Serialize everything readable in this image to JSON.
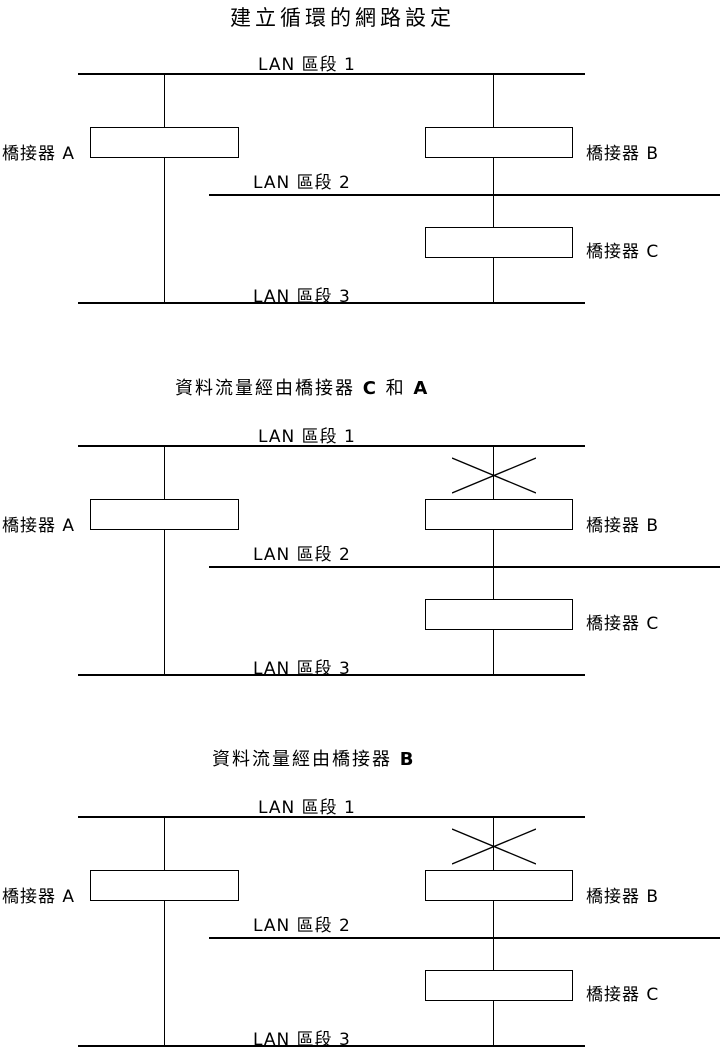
{
  "page": {
    "background_color": "#ffffff",
    "line_color": "#000000",
    "text_color": "#000000"
  },
  "diagrams": [
    {
      "title": "建立循環的網路設定",
      "lan_segment_1": "LAN 區段 1",
      "lan_segment_2": "LAN 區段 2",
      "lan_segment_3": "LAN 區段 3",
      "bridge_a": "橋接器 A",
      "bridge_b": "橋接器 B",
      "bridge_c": "橋接器 C",
      "blocked_link_x_mark": false
    },
    {
      "title_prefix": "資料流量經由橋接器 ",
      "title_bold1": "C",
      "title_mid": " 和 ",
      "title_bold2": "A",
      "lan_segment_1": "LAN 區段 1",
      "lan_segment_2": "LAN 區段 2",
      "lan_segment_3": "LAN 區段 3",
      "bridge_a": "橋接器 A",
      "bridge_b": "橋接器 B",
      "bridge_c": "橋接器 C",
      "blocked_link_x_mark": true
    },
    {
      "title_prefix": "資料流量經由橋接器 ",
      "title_bold1": "B",
      "lan_segment_1": "LAN 區段 1",
      "lan_segment_2": "LAN 區段 2",
      "lan_segment_3": "LAN 區段 3",
      "bridge_a": "橋接器 A",
      "bridge_b": "橋接器 B",
      "bridge_c": "橋接器 C",
      "blocked_link_x_mark": true
    }
  ]
}
